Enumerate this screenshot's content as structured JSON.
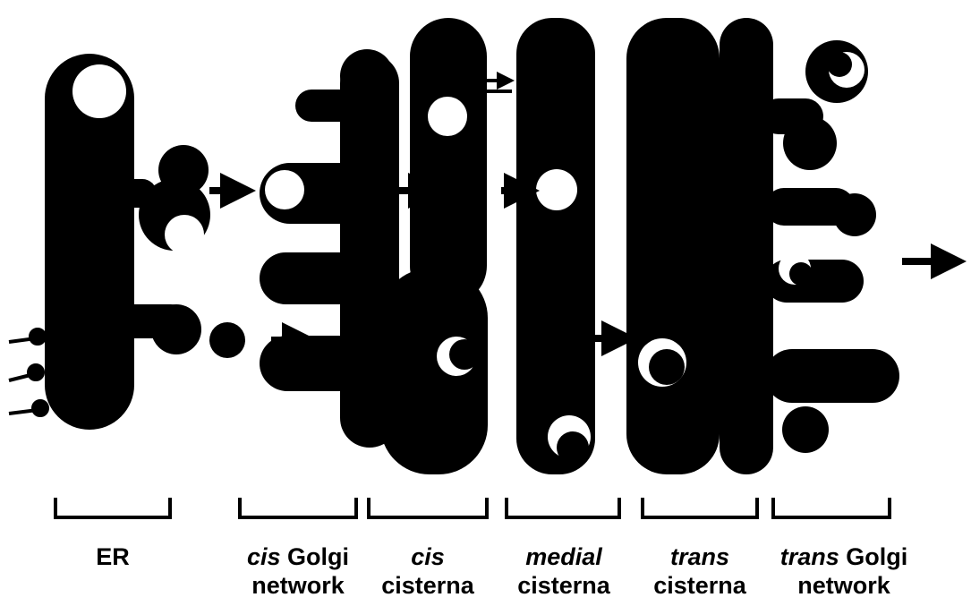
{
  "colors": {
    "ink": "#000000",
    "background": "#ffffff"
  },
  "labels": {
    "er": {
      "line1": "ER"
    },
    "cis_golgi_network": {
      "italic": "cis",
      "rest": " Golgi",
      "line2": "network"
    },
    "cis_cisterna": {
      "italic": "cis",
      "line2": "cisterna"
    },
    "medial_cisterna": {
      "italic": "medial",
      "line2": "cisterna"
    },
    "trans_cisterna": {
      "italic": "trans",
      "line2": "cisterna"
    },
    "trans_golgi_network": {
      "italic": "trans",
      "rest": " Golgi",
      "line2": "network"
    }
  }
}
